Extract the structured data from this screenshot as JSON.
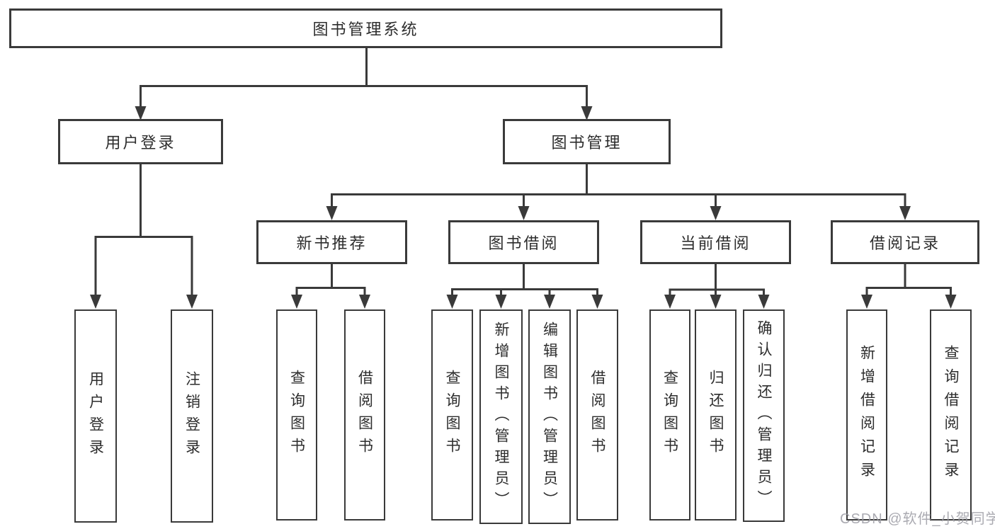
{
  "diagram": {
    "root": {
      "label": "图书管理系统"
    },
    "branches": [
      {
        "label": "用户登录",
        "children": [
          {
            "label": "用户登录"
          },
          {
            "label": "注销登录"
          }
        ]
      },
      {
        "label": "图书管理",
        "children": [
          {
            "label": "新书推荐",
            "children": [
              {
                "label": "查询图书"
              },
              {
                "label": "借阅图书"
              }
            ]
          },
          {
            "label": "图书借阅",
            "children": [
              {
                "label": "查询图书"
              },
              {
                "label": "新增图书（管理员）"
              },
              {
                "label": "编辑图书（管理员）"
              },
              {
                "label": "借阅图书"
              }
            ]
          },
          {
            "label": "当前借阅",
            "children": [
              {
                "label": "查询图书"
              },
              {
                "label": "归还图书"
              },
              {
                "label": "确认归还（管理员）"
              }
            ]
          },
          {
            "label": "借阅记录",
            "children": [
              {
                "label": "新增借阅记录"
              },
              {
                "label": "查询借阅记录"
              }
            ]
          }
        ]
      }
    ]
  },
  "watermark": {
    "text": "CSDN @软件_小贺同学"
  },
  "colors": {
    "line": "#3a3a3a",
    "text": "#2d2d2d",
    "background": "#ffffff",
    "watermark": "#9c9ca4"
  }
}
